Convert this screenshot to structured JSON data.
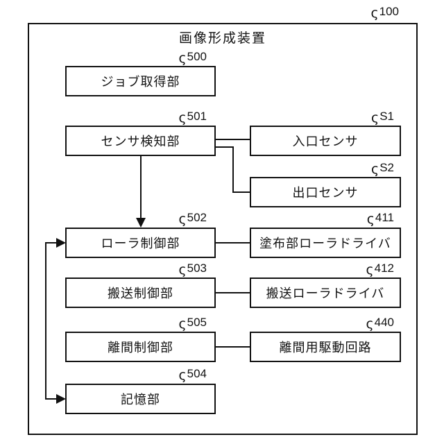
{
  "diagram": {
    "title": "画像形成装置",
    "outer_ref": "100",
    "leader_glyph": "ς",
    "colors": {
      "line": "#111111",
      "background": "#ffffff",
      "text": "#111111"
    },
    "boxes": [
      {
        "id": "500",
        "ref": "500",
        "label": "ジョブ取得部"
      },
      {
        "id": "501",
        "ref": "501",
        "label": "センサ検知部"
      },
      {
        "id": "S1",
        "ref": "S1",
        "label": "入口センサ"
      },
      {
        "id": "S2",
        "ref": "S2",
        "label": "出口センサ"
      },
      {
        "id": "502",
        "ref": "502",
        "label": "ローラ制御部"
      },
      {
        "id": "411",
        "ref": "411",
        "label": "塗布部ローラドライバ"
      },
      {
        "id": "503",
        "ref": "503",
        "label": "搬送制御部"
      },
      {
        "id": "412",
        "ref": "412",
        "label": "搬送ローラドライバ"
      },
      {
        "id": "505",
        "ref": "505",
        "label": "離間制御部"
      },
      {
        "id": "440",
        "ref": "440",
        "label": "離間用駆動回路"
      },
      {
        "id": "504",
        "ref": "504",
        "label": "記憶部"
      }
    ],
    "connections": [
      {
        "from": "501",
        "to": "502",
        "type": "arrow"
      },
      {
        "from": "501",
        "to": "S1",
        "type": "line"
      },
      {
        "from": "501",
        "to": "S2",
        "type": "line"
      },
      {
        "from": "502",
        "to": "411",
        "type": "line"
      },
      {
        "from": "503",
        "to": "412",
        "type": "line"
      },
      {
        "from": "505",
        "to": "440",
        "type": "line"
      },
      {
        "between": [
          "502",
          "504"
        ],
        "type": "arrows-into-both"
      }
    ]
  }
}
